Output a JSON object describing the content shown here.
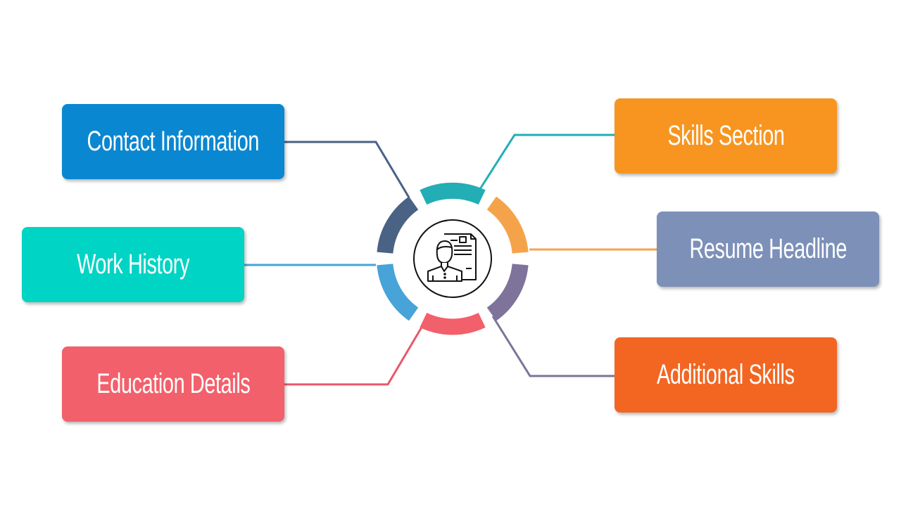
{
  "diagram": {
    "center_icon": "resume-person-icon",
    "nodes": [
      {
        "id": "contact",
        "label": "Contact Information",
        "color": "#0A87D1",
        "segment_color": "#4A6283"
      },
      {
        "id": "work",
        "label": "Work History",
        "color": "#00D4C4",
        "segment_color": "#47A3D8"
      },
      {
        "id": "education",
        "label": "Education Details",
        "color": "#F2606B",
        "segment_color": "#F2606B"
      },
      {
        "id": "skills",
        "label": "Skills Section",
        "color": "#F79520",
        "segment_color": "#22AEB4"
      },
      {
        "id": "headline",
        "label": "Resume Headline",
        "color": "#7C90B8",
        "segment_color": "#F5A34A"
      },
      {
        "id": "additional",
        "label": "Additional Skills",
        "color": "#F26622",
        "segment_color": "#7E739A"
      }
    ]
  }
}
